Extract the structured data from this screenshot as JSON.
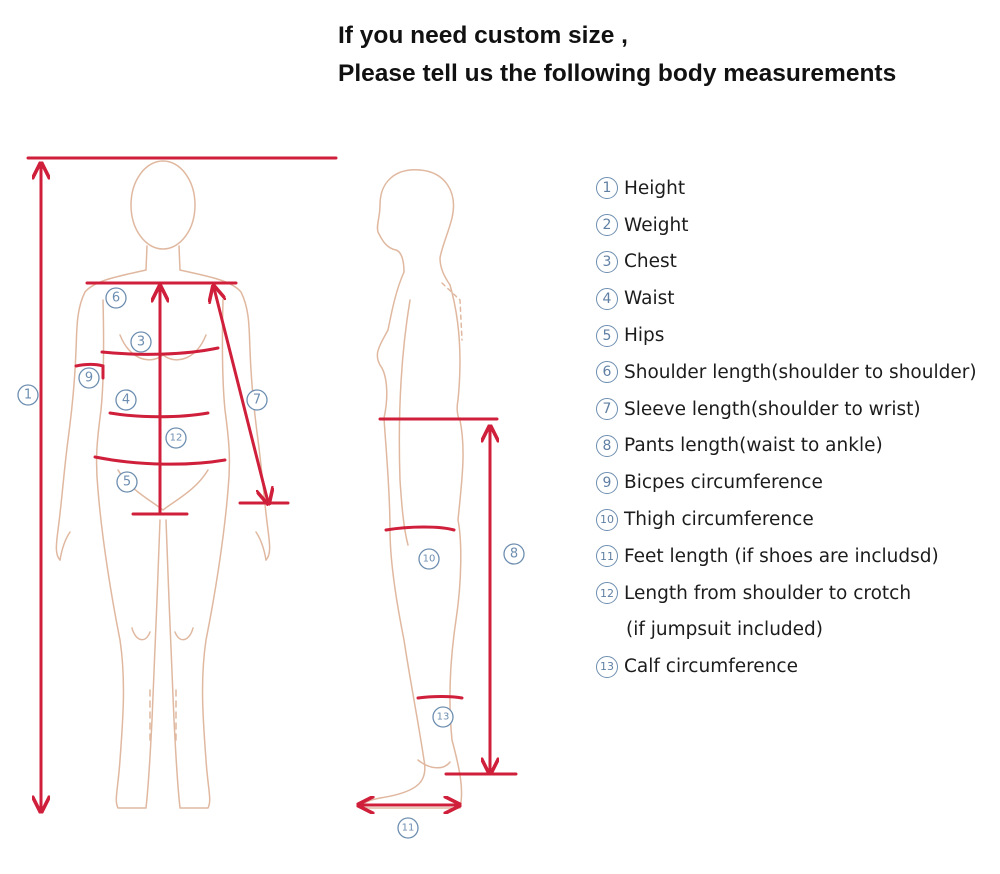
{
  "heading": {
    "line1": "If you need custom size ,",
    "line2": "Please tell us the following body measurements"
  },
  "legend": [
    {
      "num": "1",
      "text": "Height"
    },
    {
      "num": "2",
      "text": "Weight"
    },
    {
      "num": "3",
      "text": "Chest"
    },
    {
      "num": "4",
      "text": "Waist"
    },
    {
      "num": "5",
      "text": "Hips"
    },
    {
      "num": "6",
      "text": "Shoulder length(shoulder to shoulder)"
    },
    {
      "num": "7",
      "text": "Sleeve length(shoulder to wrist)"
    },
    {
      "num": "8",
      "text": "Pants length(waist to ankle)"
    },
    {
      "num": "9",
      "text": "Bicpes circumference"
    },
    {
      "num": "10",
      "text": "Thigh circumference"
    },
    {
      "num": "11",
      "text": "Feet length (if shoes are includsd)"
    },
    {
      "num": "12",
      "text": "Length from shoulder to crotch"
    },
    {
      "num": "",
      "text": "(if jumpsuit included)"
    },
    {
      "num": "13",
      "text": "Calf circumference"
    }
  ],
  "figure_markers": [
    "1",
    "3",
    "4",
    "5",
    "6",
    "7",
    "8",
    "9",
    "10",
    "11",
    "12",
    "13"
  ],
  "colors": {
    "measure_line": "#cf1f3b",
    "body_outline": "#e0b8a0",
    "marker": "#6d8eb0"
  }
}
